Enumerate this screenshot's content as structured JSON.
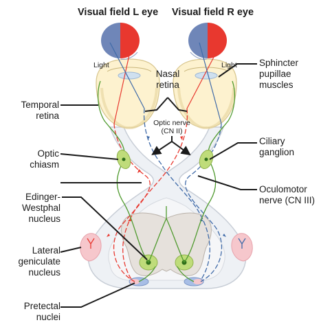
{
  "titles": {
    "left_eye": "Visual field L eye",
    "right_eye": "Visual field R eye"
  },
  "labels": {
    "light_left": "Light",
    "light_right": "Light",
    "nasal_retina": "Nasal\nretina",
    "optic_nerve": "Optic nerve\n(CN II)",
    "temporal_retina": "Temporal\nretina",
    "optic_chiasm": "Optic\nchiasm",
    "edinger_westphal": "Edinger-\nWestphal\nnucleus",
    "lateral_geniculate": "Lateral\ngeniculate\nnucleus",
    "pretectal": "Pretectal\nnuclei",
    "sphincter": "Sphincter\npupillae\nmuscles",
    "ciliary": "Ciliary\nganglion",
    "oculomotor": "Oculomotor\nnerve (CN III)"
  },
  "colors": {
    "field_left_half": "#6f86b8",
    "field_right_half": "#e8382f",
    "eyeball": "#fdf2cf",
    "lens": "#cfe0ef",
    "tract_fill": "#eef1f5",
    "tract_stroke": "#c7cdd6",
    "red_fiber": "#e8382f",
    "blue_fiber": "#3f6aa8",
    "green_fiber": "#4f9a2e",
    "ganglion": "#bfdc7a",
    "lgn": "#f6c7cc",
    "brainstem": "#e6e1dc",
    "pretectal_blue": "#a8bee6"
  }
}
